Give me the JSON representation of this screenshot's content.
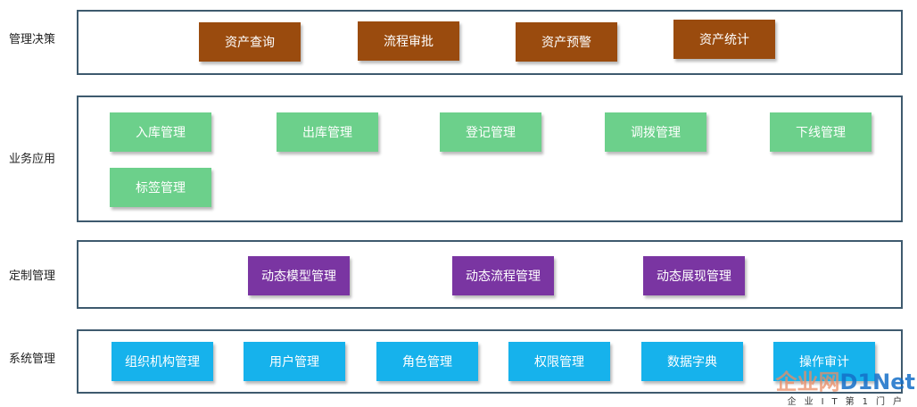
{
  "rows": {
    "management": {
      "label": "管理决策",
      "items": [
        "资产查询",
        "流程审批",
        "资产预警",
        "资产统计"
      ]
    },
    "business": {
      "label": "业务应用",
      "items": [
        "入库管理",
        "出库管理",
        "登记管理",
        "调拨管理",
        "下线管理",
        "标签管理"
      ]
    },
    "custom": {
      "label": "定制管理",
      "items": [
        "动态模型管理",
        "动态流程管理",
        "动态展现管理"
      ]
    },
    "system": {
      "label": "系统管理",
      "items": [
        "组织机构管理",
        "用户管理",
        "角色管理",
        "权限管理",
        "数据字典",
        "操作审计"
      ]
    }
  },
  "watermark": {
    "cn": "企业网",
    "en": "D1Net",
    "sub": "企业IT第1门户"
  },
  "colors": {
    "management": "#9a4b0e",
    "business": "#6cd08b",
    "custom": "#7a35a2",
    "system": "#16b2ec",
    "border": "#3e5a6e"
  }
}
